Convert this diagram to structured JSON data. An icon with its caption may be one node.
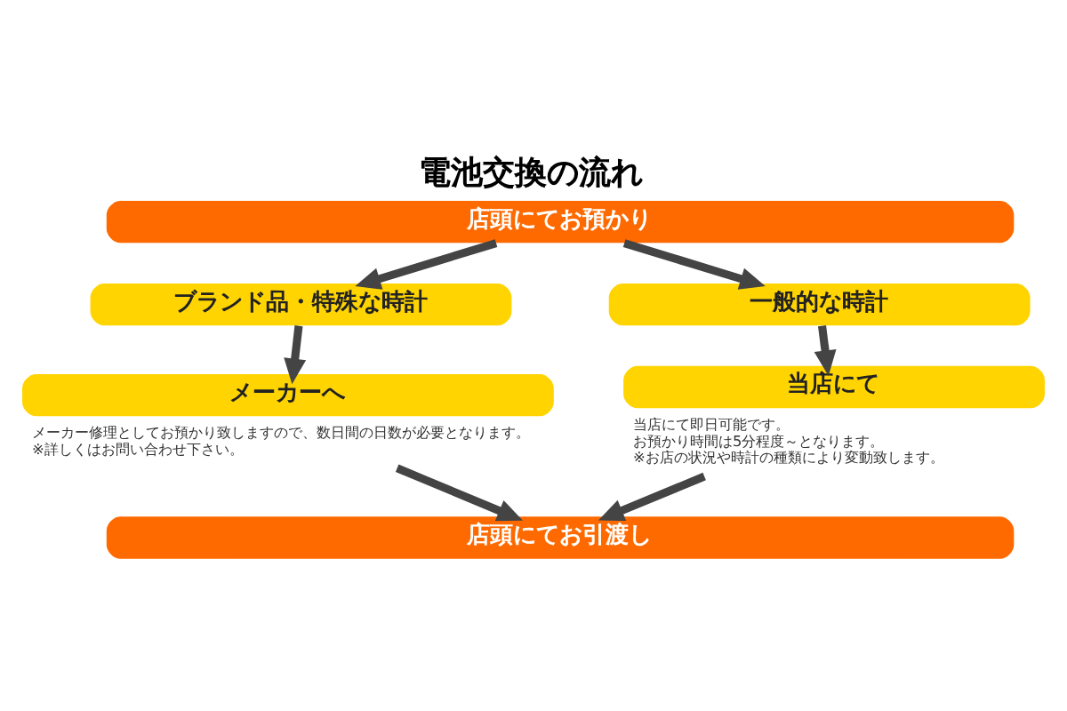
{
  "diagram": {
    "title": "電池交換の流れ",
    "nodes": [
      {
        "text": [
          "店頭にてお預かり"
        ]
      },
      {
        "text": [
          "ブランド品・特殊な時計"
        ]
      },
      {
        "text": [
          "一般的な時計"
        ]
      },
      {
        "text": [
          "メーカーへ"
        ],
        "beside": [
          "メーカー修理としてお預かり致しますので、数日間の日数が必要となります。",
          "※詳しくはお問い合わせ下さい。"
        ]
      },
      {
        "text": [
          "当店にて"
        ],
        "beside": [
          "当店にて即日可能です。",
          "お預かり時間は5分程度～となります。",
          "※お店の状況や時計の種類により変動致します。"
        ]
      },
      {
        "text": [
          "店頭にてお引渡し"
        ]
      }
    ],
    "edges": [
      {
        "from": 0,
        "to": 1,
        "arrow": "to"
      },
      {
        "from": 0,
        "to": 2,
        "arrow": "to"
      },
      {
        "from": 1,
        "to": 3,
        "arrow": "to"
      },
      {
        "from": 2,
        "to": 4,
        "arrow": "to"
      },
      {
        "from": 3,
        "to": 5,
        "arrow": "to"
      },
      {
        "from": 4,
        "to": 5,
        "arrow": "to"
      }
    ]
  }
}
